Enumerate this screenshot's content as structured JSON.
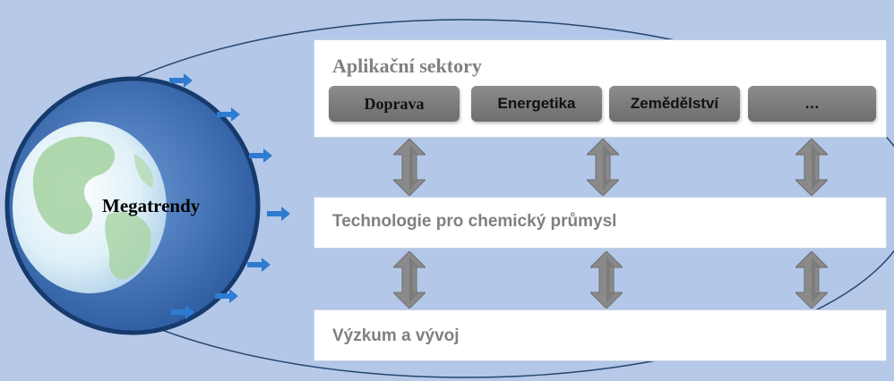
{
  "diagram": {
    "center_label": "Megatrendy",
    "boxes": {
      "sectors": {
        "title": "Aplikační sektory",
        "items": [
          "Doprava",
          "Energetika",
          "Zemědělství",
          "…"
        ]
      },
      "technology": {
        "title": "Technologie pro chemický průmysl"
      },
      "research": {
        "title": "Výzkum a vývoj"
      }
    },
    "colors": {
      "background": "#b7c9e8",
      "ellipse_fill": "#4a78b8",
      "ellipse_dark": "#1f3f73",
      "arrow_blue": "#2f7bd1",
      "double_arrow": "#8a8a8a",
      "sector_button": "#7a7a7a"
    },
    "icons": [
      "globe-icon",
      "right-arrow-icon",
      "double-vertical-arrow-icon"
    ]
  }
}
